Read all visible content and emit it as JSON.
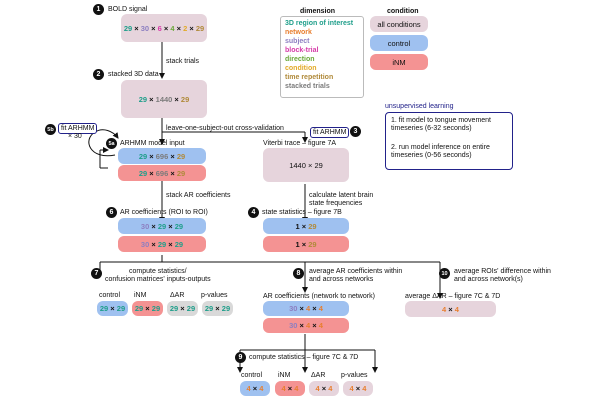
{
  "steps": {
    "s1": {
      "num": "1",
      "title": "BOLD signal"
    },
    "s2": {
      "num": "2",
      "title": "stacked 3D data"
    },
    "s3": {
      "num": "3",
      "tag": "fit ARHMM"
    },
    "s4": {
      "num": "4",
      "title": "state statistics – figure 7B"
    },
    "s5a": {
      "num": "5a",
      "title": "ARHMM model input"
    },
    "s5b": {
      "num": "5b",
      "tag": "fit ARHMM",
      "sub": "× 30"
    },
    "s6": {
      "num": "6",
      "title": "AR coefficients (ROI to ROI)"
    },
    "s7": {
      "num": "7",
      "title": "compute statistics/\nconfusion matrices' inputs-outputs"
    },
    "s8": {
      "num": "8",
      "title": "average AR coefficients within\nand across networks"
    },
    "s9": {
      "num": "9",
      "title": "compute statistics – figure 7C & 7D"
    },
    "s10": {
      "num": "10",
      "title": "average ROIs' difference within\nand across network(s)"
    }
  },
  "edges": {
    "stack_trials": "stack trials",
    "loso": "leave-one-subject-out cross-validation",
    "viterbi": "Viterbi trace – figure 7A",
    "calc_latent": "calculate latent brain\nstate frequencies",
    "stack_ar": "stack AR coefficients",
    "ar_net": "AR coefficients (network to network)",
    "avg_dar": "average ΔAR – figure 7C & 7D"
  },
  "dims": {
    "bold": [
      "29",
      "30",
      "6",
      "4",
      "2",
      "29"
    ],
    "stacked": [
      "29",
      "1440",
      "29"
    ],
    "input": [
      "29",
      "696",
      "29"
    ],
    "viterbi": [
      "1440",
      "29"
    ],
    "ar": [
      "30",
      "29",
      "29"
    ],
    "state": [
      "1",
      "29"
    ],
    "sq29": [
      "29",
      "29"
    ],
    "net": [
      "30",
      "4",
      "4"
    ],
    "sq4": [
      "4",
      "4"
    ]
  },
  "cmp7": [
    "control",
    "iNM",
    "ΔAR",
    "p-values"
  ],
  "cmp9": [
    "control",
    "iNM",
    "ΔAR",
    "p-values"
  ],
  "legend": {
    "dimension_title": "dimension",
    "dimension_items": [
      "3D region of interest",
      "network",
      "subject",
      "block-trial",
      "direction",
      "condition",
      "time repetition",
      "stacked trials"
    ],
    "condition_title": "condition",
    "condition_items": [
      "all conditions",
      "control",
      "iNM"
    ]
  },
  "unsupervised": {
    "title": "unsupervised learning",
    "item1": "1. fit model to tongue movement\ntimeseries (6-32 seconds)",
    "item2": "2. run model inference on entire\ntimeseries (0-56 seconds)"
  },
  "colors": {
    "roi": "#1e9e8a",
    "network": "#e87e2e",
    "subject": "#8d7fc1",
    "block": "#d63ba8",
    "direction": "#6aa83a",
    "condition": "#e2aa28",
    "time": "#b08a3a",
    "stacked": "#7b7b7b",
    "all": "#e6d4dc",
    "control": "#9fc1f0",
    "inm": "#f49393",
    "diff": "#d9d9d9"
  }
}
